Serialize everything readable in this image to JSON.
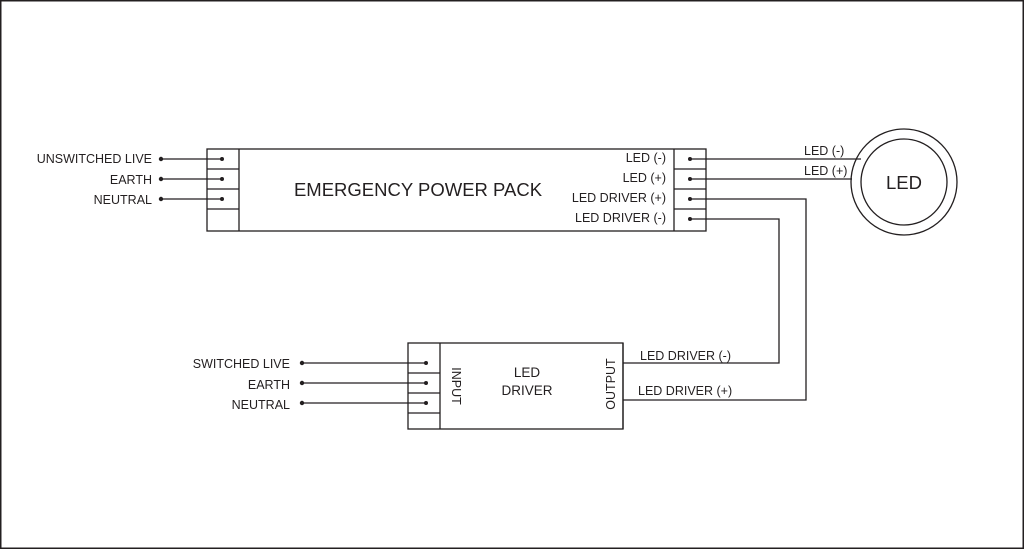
{
  "colors": {
    "line": "#231f20",
    "background": "#ffffff"
  },
  "emergency_pack": {
    "title": "EMERGENCY POWER PACK",
    "inputs": [
      "UNSWITCHED LIVE",
      "EARTH",
      "NEUTRAL"
    ],
    "outputs": [
      "LED (-)",
      "LED (+)",
      "LED DRIVER (+)",
      "LED DRIVER (-)"
    ]
  },
  "led": {
    "label": "LED",
    "wires": [
      "LED (-)",
      "LED (+)"
    ]
  },
  "led_driver": {
    "title_line1": "LED",
    "title_line2": "DRIVER",
    "input_label": "INPUT",
    "output_label": "OUTPUT",
    "inputs": [
      "SWITCHED LIVE",
      "EARTH",
      "NEUTRAL"
    ],
    "outputs": [
      "LED DRIVER (-)",
      "LED DRIVER (+)"
    ]
  }
}
